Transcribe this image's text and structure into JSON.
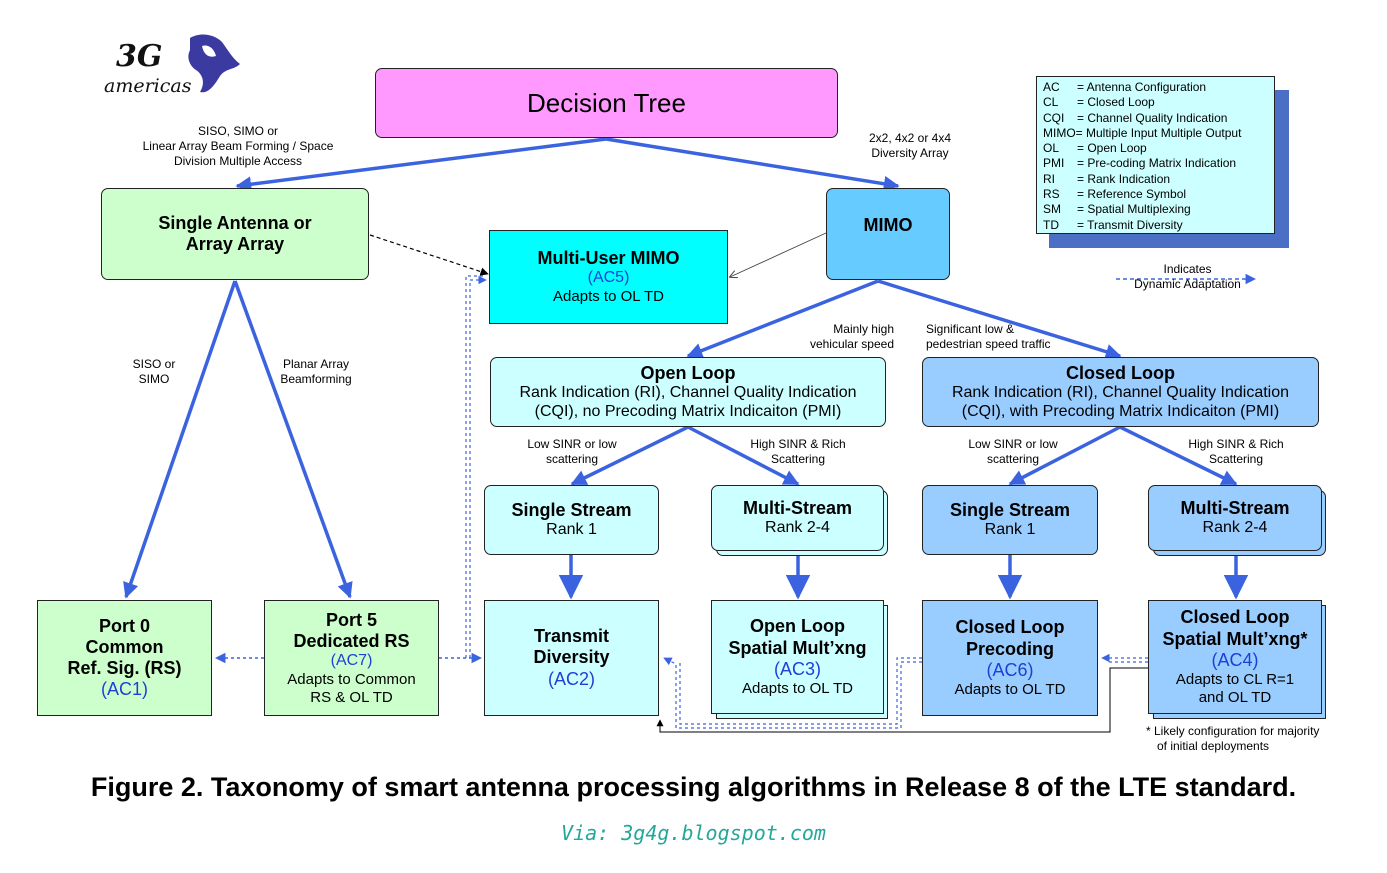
{
  "logo": {
    "top_text": "3G",
    "bottom_text": "americas"
  },
  "colors": {
    "arrow_blue": "#3b63e0",
    "decision_fill": "#ff99ff",
    "single_fill": "#ccffcc",
    "mimo_fill": "#66ccff",
    "mu_mimo_fill": "#00ffff",
    "open_fill": "#ccffff",
    "closed_fill": "#99ccff",
    "ac_text": "#1f3fd6",
    "legend_shadow": "#4a6fc4"
  },
  "nodes": {
    "decision": {
      "title": "Decision Tree"
    },
    "single": {
      "line1": "Single Antenna or",
      "line2": "Array Array"
    },
    "mimo": {
      "title": "MIMO"
    },
    "mu_mimo": {
      "title": "Multi-User MIMO",
      "ac": "(AC5)",
      "note": "Adapts to OL TD"
    },
    "open_loop": {
      "title": "Open Loop",
      "line1": "Rank Indication (RI), Channel Quality Indication",
      "line2": "(CQI), no Precoding Matrix Indicaiton (PMI)"
    },
    "closed_loop": {
      "title": "Closed Loop",
      "line1": "Rank Indication (RI), Channel Quality Indication",
      "line2": "(CQI), with Precoding Matrix Indicaiton (PMI)"
    },
    "ol_single": {
      "title": "Single Stream",
      "sub": "Rank 1"
    },
    "ol_multi": {
      "title": "Multi-Stream",
      "sub": "Rank 2-4"
    },
    "cl_single": {
      "title": "Single Stream",
      "sub": "Rank 1"
    },
    "cl_multi": {
      "title": "Multi-Stream",
      "sub": "Rank 2-4"
    },
    "port0": {
      "line1": "Port 0",
      "line2": "Common",
      "line3": "Ref. Sig. (RS)",
      "ac": "(AC1)"
    },
    "port5": {
      "line1": "Port 5",
      "line2": "Dedicated RS",
      "ac": "(AC7)",
      "note1": "Adapts to Common",
      "note2": "RS &  OL TD"
    },
    "transmit": {
      "line1": "Transmit",
      "line2": "Diversity",
      "ac": "(AC2)"
    },
    "ol_sm": {
      "line1": "Open Loop",
      "line2": "Spatial Mult’xng",
      "ac": "(AC3)",
      "note": "Adapts to OL TD"
    },
    "cl_pre": {
      "line1": "Closed Loop",
      "line2": "Precoding",
      "ac": "(AC6)",
      "note": "Adapts to OL TD"
    },
    "cl_sm": {
      "line1": "Closed Loop",
      "line2": "Spatial Mult’xng*",
      "ac": "(AC4)",
      "note1": "Adapts to CL R=1",
      "note2": "and OL TD"
    }
  },
  "edge_labels": {
    "siso_simo_linear": [
      "SISO, SIMO or",
      "Linear Array Beam Forming / Space",
      "Division Multiple Access"
    ],
    "diversity_array": [
      "2x2, 4x2 or 4x4",
      "Diversity Array"
    ],
    "siso_or_simo": [
      "SISO or",
      "SIMO"
    ],
    "planar_array": [
      "Planar Array",
      "Beamforming"
    ],
    "mainly_high": [
      "Mainly high",
      "vehicular speed"
    ],
    "significant_low": [
      "Significant low  &",
      "pedestrian speed traffic"
    ],
    "ol_low_sinr": [
      "Low SINR or low",
      "scattering"
    ],
    "ol_high_sinr": [
      "High SINR &  Rich",
      "Scattering"
    ],
    "cl_low_sinr": [
      "Low SINR or low",
      "scattering"
    ],
    "cl_high_sinr": [
      "High SINR &  Rich",
      "Scattering"
    ]
  },
  "legend": {
    "items": [
      {
        "abbr": "AC",
        "def": "= Antenna Configuration"
      },
      {
        "abbr": "CL",
        "def": "= Closed Loop"
      },
      {
        "abbr": "CQI",
        "def": "= Channel Quality Indication"
      },
      {
        "abbr": "MIMO",
        "def": "= Multiple Input Multiple Output"
      },
      {
        "abbr": "OL",
        "def": "= Open Loop"
      },
      {
        "abbr": "PMI",
        "def": "= Pre-coding Matrix Indication"
      },
      {
        "abbr": "RI",
        "def": "= Rank Indication"
      },
      {
        "abbr": "RS",
        "def": "= Reference Symbol"
      },
      {
        "abbr": "SM",
        "def": "= Spatial Multiplexing"
      },
      {
        "abbr": "TD",
        "def": "= Transmit Diversity"
      }
    ],
    "dynamic_line1": "Indicates",
    "dynamic_line2": "Dynamic Adaptation"
  },
  "footnote": {
    "line1": "* Likely configuration for majority",
    "line2": "of initial deployments"
  },
  "caption": "Figure 2.  Taxonomy of smart antenna processing algorithms in Release 8 of the LTE standard.",
  "via": "Via: 3g4g.blogspot.com"
}
